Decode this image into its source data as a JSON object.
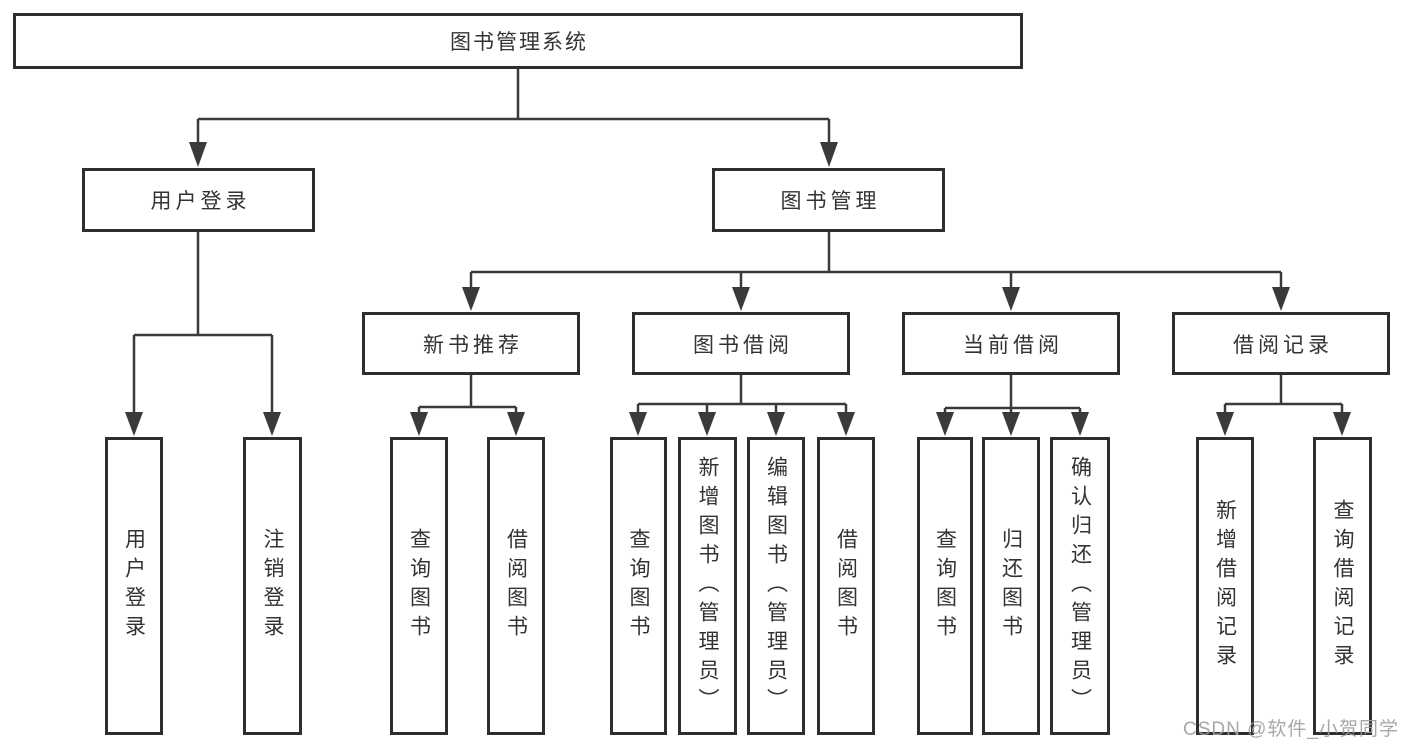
{
  "diagram": {
    "root": {
      "label": "图书管理系统"
    },
    "level2": [
      {
        "label": "用户登录"
      },
      {
        "label": "图书管理"
      }
    ],
    "level3": [
      {
        "label": "新书推荐"
      },
      {
        "label": "图书借阅"
      },
      {
        "label": "当前借阅"
      },
      {
        "label": "借阅记录"
      }
    ],
    "leaves": {
      "user_login": [
        "用户登录",
        "注销登录"
      ],
      "new_book": [
        "查询图书",
        "借阅图书"
      ],
      "book_borrow": [
        "查询图书",
        "新增图书（管理员）",
        "编辑图书（管理员）",
        "借阅图书"
      ],
      "current_borrow": [
        "查询图书",
        "归还图书",
        "确认归还（管理员）"
      ],
      "borrow_record": [
        "新增借阅记录",
        "查询借阅记录"
      ]
    }
  },
  "watermark": "CSDN @软件_小贺同学",
  "colors": {
    "line": "#3a3a3a",
    "box_border": "#2e2e2e",
    "text": "#333333",
    "watermark": "#9e9e9e",
    "background": "#ffffff"
  }
}
